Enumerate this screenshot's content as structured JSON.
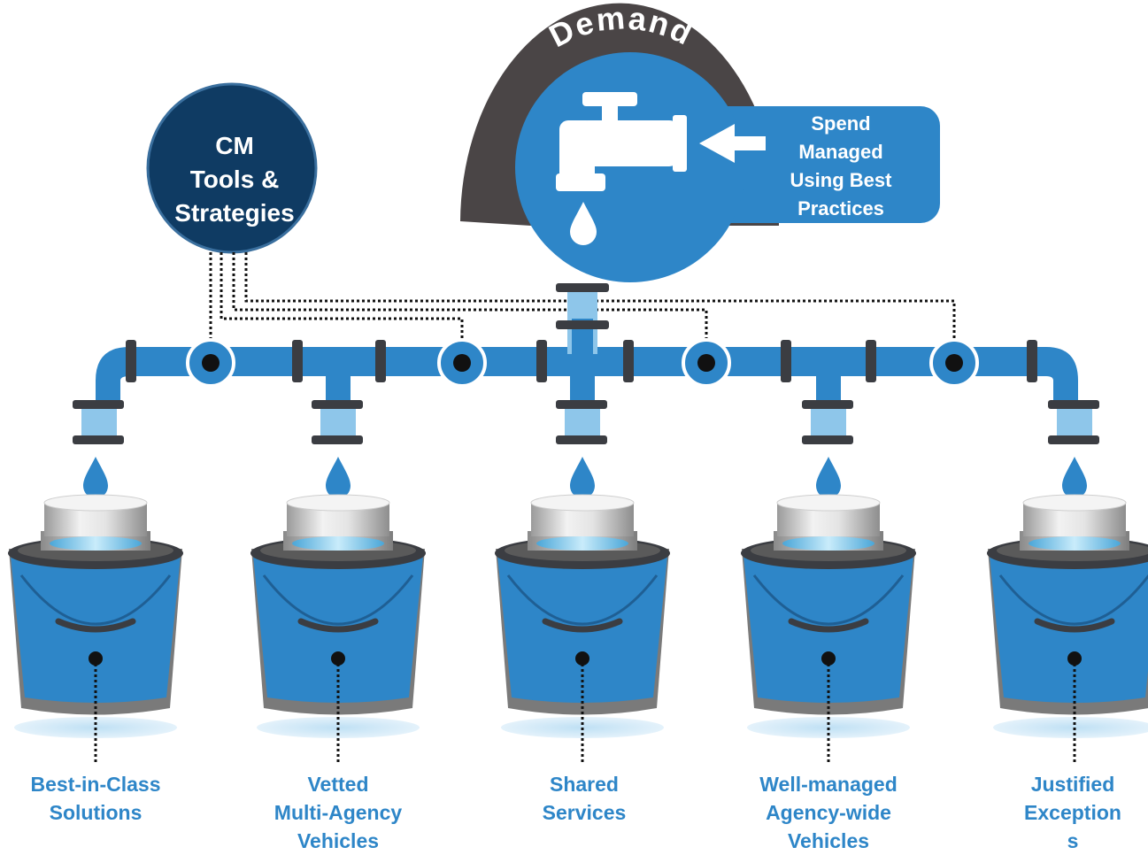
{
  "demand": {
    "title": "Demand"
  },
  "spend": {
    "lines": [
      "Spend",
      "Managed",
      "Using Best",
      "Practices"
    ]
  },
  "cm": {
    "lines": [
      "CM",
      "Tools &",
      "Strategies"
    ]
  },
  "buckets": [
    {
      "lines": [
        "Best-in-Class",
        "Solutions"
      ]
    },
    {
      "lines": [
        "Vetted",
        "Multi-Agency",
        "Vehicles"
      ]
    },
    {
      "lines": [
        "Shared",
        "Services"
      ]
    },
    {
      "lines": [
        "Well-managed",
        "Agency-wide",
        "Vehicles"
      ]
    },
    {
      "lines": [
        "Justified",
        "Exception",
        "s"
      ]
    }
  ],
  "colors": {
    "pipe": "#2e86c8",
    "pipe_light": "#8ec6ea",
    "coupling": "#3b3d42",
    "navy": "#0f3b63",
    "demand_arc": "#4a4546",
    "bucket": "#2e86c8",
    "label_blue": "#2e86c8"
  },
  "icons": [
    "faucet-icon",
    "water-drop-icon",
    "arrow-left-icon",
    "bucket-icon",
    "pipe-valve-icon"
  ]
}
